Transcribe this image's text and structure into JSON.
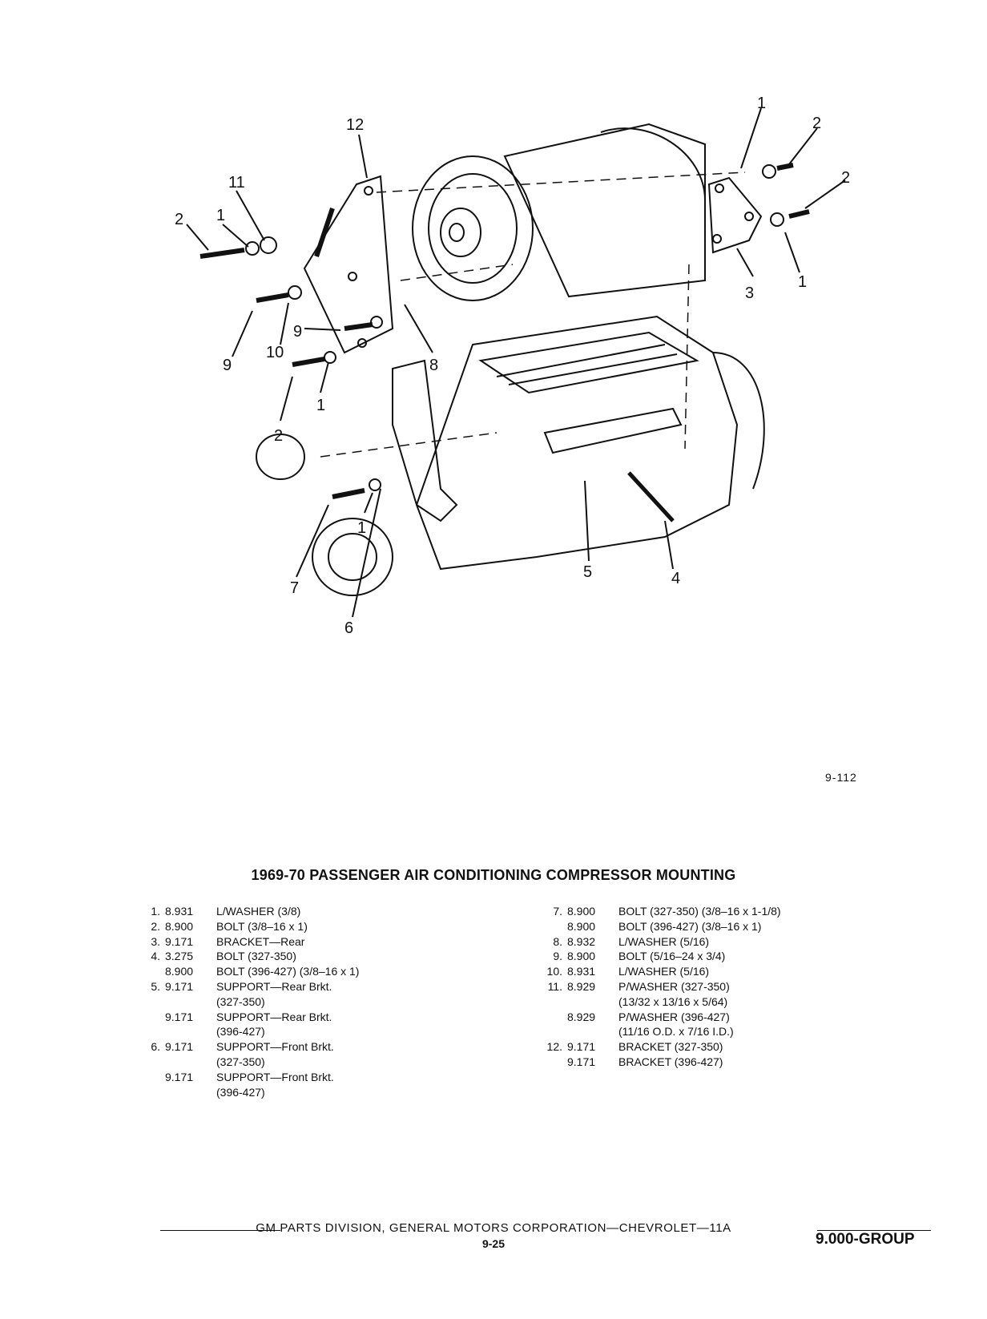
{
  "figure": {
    "callouts": [
      "1",
      "2",
      "2",
      "3",
      "1",
      "12",
      "11",
      "1",
      "2",
      "9",
      "10",
      "9",
      "8",
      "1",
      "2",
      "1",
      "7",
      "6",
      "5",
      "4"
    ],
    "figure_number": "9-112"
  },
  "title": "1969-70 PASSENGER AIR CONDITIONING COMPRESSOR MOUNTING",
  "parts_left": [
    {
      "num": "1.",
      "code": "8.931",
      "desc": [
        "L/WASHER (3/8)"
      ]
    },
    {
      "num": "2.",
      "code": "8.900",
      "desc": [
        "BOLT (3/8–16 x 1)"
      ]
    },
    {
      "num": "3.",
      "code": "9.171",
      "desc": [
        "BRACKET—Rear"
      ]
    },
    {
      "num": "4.",
      "code": "3.275",
      "desc": [
        "BOLT (327-350)"
      ]
    },
    {
      "num": "",
      "code": "8.900",
      "desc": [
        "BOLT (396-427) (3/8–16 x 1)"
      ]
    },
    {
      "num": "5.",
      "code": "9.171",
      "desc": [
        "SUPPORT—Rear Brkt.",
        "(327-350)"
      ]
    },
    {
      "num": "",
      "code": "9.171",
      "desc": [
        "SUPPORT—Rear Brkt.",
        "(396-427)"
      ]
    },
    {
      "num": "6.",
      "code": "9.171",
      "desc": [
        "SUPPORT—Front Brkt.",
        "(327-350)"
      ]
    },
    {
      "num": "",
      "code": "9.171",
      "desc": [
        "SUPPORT—Front Brkt.",
        "(396-427)"
      ]
    }
  ],
  "parts_right": [
    {
      "num": "7.",
      "code": "8.900",
      "desc": [
        "BOLT (327-350) (3/8–16 x 1-1/8)"
      ]
    },
    {
      "num": "",
      "code": "8.900",
      "desc": [
        "BOLT (396-427) (3/8–16 x 1)"
      ]
    },
    {
      "num": "8.",
      "code": "8.932",
      "desc": [
        "L/WASHER (5/16)"
      ]
    },
    {
      "num": "9.",
      "code": "8.900",
      "desc": [
        "BOLT (5/16–24 x 3/4)"
      ]
    },
    {
      "num": "10.",
      "code": "8.931",
      "desc": [
        "L/WASHER (5/16)"
      ]
    },
    {
      "num": "11.",
      "code": "8.929",
      "desc": [
        "P/WASHER (327-350)",
        "(13/32 x 13/16 x 5/64)"
      ]
    },
    {
      "num": "",
      "code": "8.929",
      "desc": [
        "P/WASHER (396-427)",
        "(11/16 O.D. x 7/16 I.D.)"
      ]
    },
    {
      "num": "12.",
      "code": "9.171",
      "desc": [
        "BRACKET (327-350)"
      ]
    },
    {
      "num": "",
      "code": "9.171",
      "desc": [
        "BRACKET (396-427)"
      ]
    }
  ],
  "footer": {
    "text": "GM PARTS DIVISION, GENERAL MOTORS CORPORATION—CHEVROLET—11A",
    "page": "9-25",
    "group": "9.000-GROUP"
  }
}
